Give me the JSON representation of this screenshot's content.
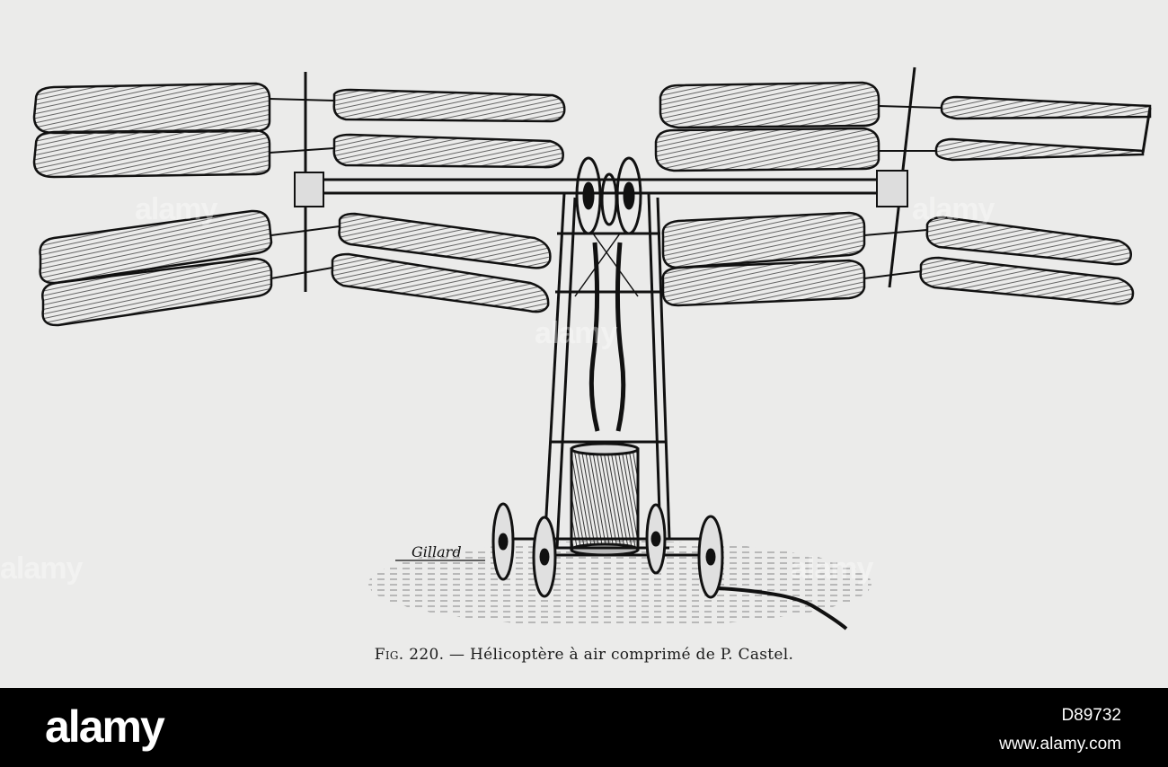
{
  "caption": {
    "fig_label": "Fig.",
    "fig_number": "220.",
    "dash": "—",
    "text": "Hélicoptère à air comprimé de P. Castel."
  },
  "signature": "Gillard",
  "watermark": "alamy",
  "footer": {
    "logo": "alamy",
    "image_id": "D89732",
    "site": "www.alamy.com"
  },
  "colors": {
    "paper": "#ebebea",
    "ink": "#1b1b1b",
    "footer": "#000000"
  }
}
